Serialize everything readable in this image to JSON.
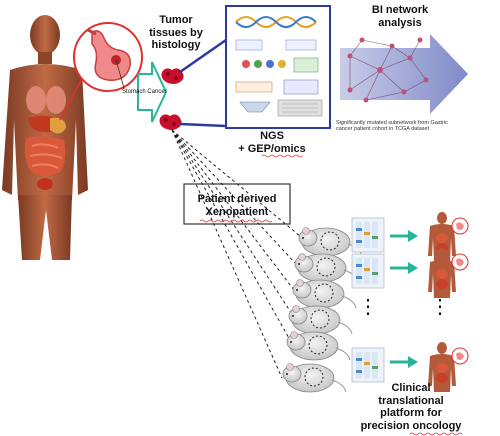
{
  "labels": {
    "stomach_cancer": "Stomach Cancer",
    "tumor_line1": "Tumor",
    "tumor_line2": "tissues by",
    "tumor_line3": "histology",
    "bi_line1": "BI network",
    "bi_line2": "analysis",
    "ngs_line1": "NGS",
    "ngs_line2": "+ GEP/omics",
    "pdx_line1": "Patient derived",
    "pdx_line2": "Xenopatient",
    "network_caption_line1": "Significantly mutated subnetwork from Gastric",
    "network_caption_line2": "cancer patient cohort in TCGA dataset",
    "clinical_line1": "Clinical",
    "clinical_line2": "translational",
    "clinical_line3": "platform  for",
    "clinical_line4": "precision  oncology",
    "ellipsis": "⋮"
  },
  "colors": {
    "body_skin": "#b35a3a",
    "organ_red": "#d84a30",
    "tumor_red": "#c8102e",
    "teal_arrow": "#2bb39a",
    "blue_line": "#2a3a9e",
    "network_arrow": "#9aa4d8",
    "spell_red": "#e03030"
  },
  "icons": [
    "human-body-icon",
    "stomach-icon",
    "tumor-icon",
    "mouse-icon",
    "gel-icon",
    "arrow-icon"
  ]
}
